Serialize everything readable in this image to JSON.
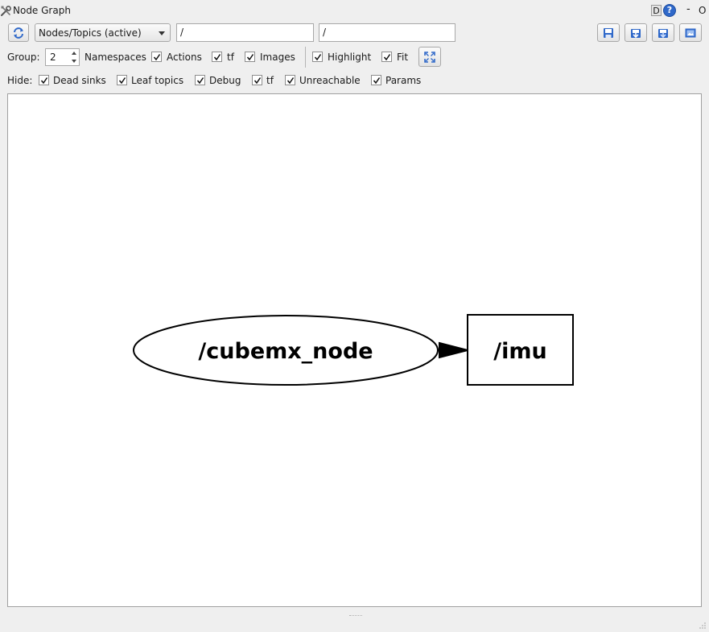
{
  "window": {
    "title": "Node Graph",
    "controls": {
      "d_label": "D",
      "help_label": "?",
      "minimize_label": "-",
      "close_label": "O"
    }
  },
  "toolbar": {
    "refresh_icon": "refresh-icon",
    "graph_type_selected": "Nodes/Topics (active)",
    "node_filter_value": "/",
    "topic_filter_value": "/",
    "right_buttons": [
      "load-dot-icon",
      "save-dot-icon",
      "save-svg-icon",
      "save-image-icon"
    ]
  },
  "options": {
    "group_label": "Group:",
    "group_value": "2",
    "namespaces_label": "Namespaces",
    "actions_label": "Actions",
    "actions_checked": true,
    "tf_label": "tf",
    "tf_checked": true,
    "images_label": "Images",
    "images_checked": true,
    "highlight_label": "Highlight",
    "highlight_checked": true,
    "fit_label": "Fit",
    "fit_checked": true,
    "fit_in_view_icon": "fit-view-icon"
  },
  "hide": {
    "label": "Hide:",
    "items": [
      {
        "label": "Dead sinks",
        "checked": true
      },
      {
        "label": "Leaf topics",
        "checked": true
      },
      {
        "label": "Debug",
        "checked": true
      },
      {
        "label": "tf",
        "checked": true
      },
      {
        "label": "Unreachable",
        "checked": true
      },
      {
        "label": "Params",
        "checked": true
      }
    ]
  },
  "graph": {
    "nodes": [
      {
        "label": "/cubemx_node",
        "shape": "ellipse"
      },
      {
        "label": "/imu",
        "shape": "box"
      }
    ],
    "edges": [
      {
        "from": "/cubemx_node",
        "to": "/imu"
      }
    ]
  },
  "colors": {
    "window_bg": "#efefef",
    "canvas_bg": "#ffffff",
    "graph_stroke": "#000000",
    "icon_blue": "#2f68c9"
  }
}
